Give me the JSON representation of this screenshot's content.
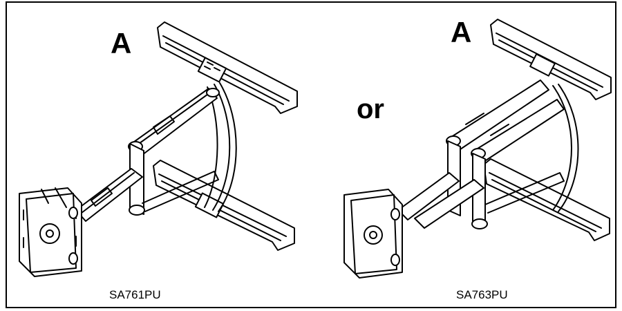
{
  "figure": {
    "left": {
      "callout": "A",
      "model": "SA761PU"
    },
    "separator": "or",
    "right": {
      "callout": "A",
      "model": "SA763PU"
    }
  },
  "colors": {
    "line": "#000000",
    "background": "#ffffff"
  }
}
